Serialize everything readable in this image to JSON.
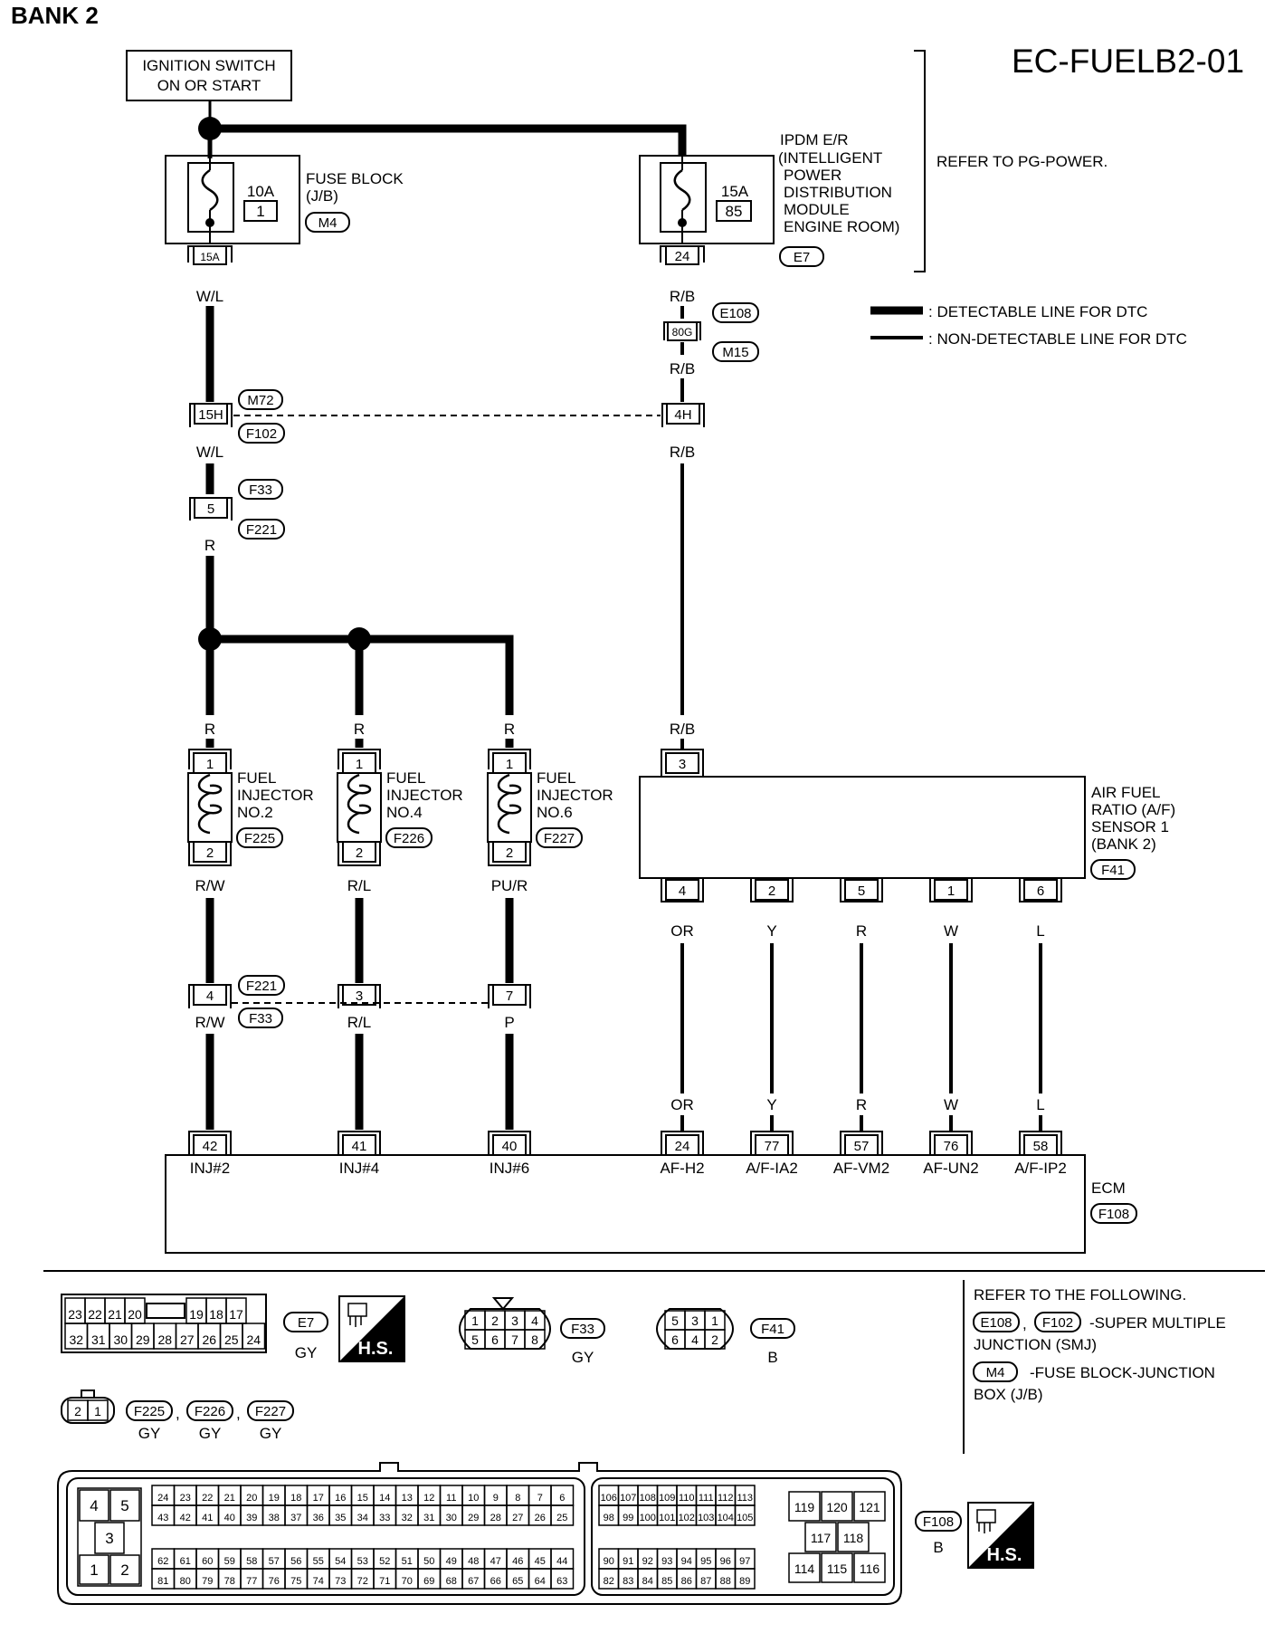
{
  "header": {
    "bank": "BANK 2",
    "code": "EC-FUELB2-01"
  },
  "refer_pg": "REFER TO PG-POWER.",
  "legend": {
    "detectable": ": DETECTABLE LINE FOR DTC",
    "non_detectable": ": NON-DETECTABLE LINE FOR DTC"
  },
  "ignition": {
    "line1": "IGNITION SWITCH",
    "line2": "ON OR START"
  },
  "fuse_block": {
    "rating": "10A",
    "num": "1",
    "name_lines": [
      "FUSE BLOCK",
      "(J/B)"
    ],
    "connector": "M4",
    "out_pin": "15A",
    "wire": "W/L"
  },
  "ipdm": {
    "rating": "15A",
    "num": "85",
    "name_lines": [
      "IPDM E/R",
      "(INTELLIGENT",
      "POWER",
      "DISTRIBUTION",
      "MODULE",
      "ENGINE ROOM)"
    ],
    "connector": "E7",
    "out_pin": "24",
    "wire": "R/B"
  },
  "connectors": {
    "e108": "E108",
    "m15": "M15",
    "pin_80g": "80G",
    "wire_rb_1": "R/B",
    "m72": "M72",
    "f102": "F102",
    "pin_15h": "15H",
    "pin_4h": "4H",
    "wire_wl_2": "W/L",
    "wire_rb_2": "R/B",
    "f33_top": "F33",
    "f221_top": "F221",
    "pin_5": "5",
    "wire_r": "R",
    "f221_mid": "F221",
    "f33_mid": "F33",
    "wire_rb_3": "R/B"
  },
  "injectors": [
    {
      "name_lines": [
        "FUEL",
        "INJECTOR",
        "NO.2"
      ],
      "connector": "F225",
      "wire_in": "R",
      "pin_in": "1",
      "pin_out": "2",
      "wire_out": "R/W",
      "joint_pin": "4",
      "wire_ecm": "R/W",
      "ecm_pin": "42",
      "ecm_label": "INJ#2"
    },
    {
      "name_lines": [
        "FUEL",
        "INJECTOR",
        "NO.4"
      ],
      "connector": "F226",
      "wire_in": "R",
      "pin_in": "1",
      "pin_out": "2",
      "wire_out": "R/L",
      "joint_pin": "3",
      "wire_ecm": "R/L",
      "ecm_pin": "41",
      "ecm_label": "INJ#4"
    },
    {
      "name_lines": [
        "FUEL",
        "INJECTOR",
        "NO.6"
      ],
      "connector": "F227",
      "wire_in": "R",
      "pin_in": "1",
      "pin_out": "2",
      "wire_out": "PU/R",
      "joint_pin": "7",
      "wire_ecm": "P",
      "ecm_pin": "40",
      "ecm_label": "INJ#6"
    }
  ],
  "af_sensor": {
    "name_lines": [
      "AIR FUEL",
      "RATIO (A/F)",
      "SENSOR 1",
      "(BANK 2)"
    ],
    "connector": "F41",
    "in_pin": "3",
    "pins": [
      {
        "pin": "4",
        "wire": "OR",
        "ecm_pin": "24",
        "ecm_label": "AF-H2"
      },
      {
        "pin": "2",
        "wire": "Y",
        "ecm_pin": "77",
        "ecm_label": "A/F-IA2"
      },
      {
        "pin": "5",
        "wire": "R",
        "ecm_pin": "57",
        "ecm_label": "AF-VM2"
      },
      {
        "pin": "1",
        "wire": "W",
        "ecm_pin": "76",
        "ecm_label": "AF-UN2"
      },
      {
        "pin": "6",
        "wire": "L",
        "ecm_pin": "58",
        "ecm_label": "A/F-IP2"
      }
    ]
  },
  "ecm": {
    "name": "ECM",
    "connector": "F108"
  },
  "refer_following": {
    "title": "REFER TO THE FOLLOWING.",
    "c1": "E108",
    "comma": ",",
    "c2": "F102",
    "smj1": "-SUPER MULTIPLE",
    "smj2": "JUNCTION (SMJ)",
    "c3": "M4",
    "jb1": "-FUSE BLOCK-JUNCTION",
    "jb2": "BOX (J/B)"
  },
  "bottom": {
    "e7_top": [
      "23",
      "22",
      "21",
      "20",
      "",
      "19",
      "18",
      "17"
    ],
    "e7_bot": [
      "32",
      "31",
      "30",
      "29",
      "28",
      "27",
      "26",
      "25",
      "24"
    ],
    "e7": "E7",
    "e7_color": "GY",
    "hs": "H.S.",
    "f33_top": [
      "1",
      "2",
      "3",
      "4"
    ],
    "f33_bot": [
      "5",
      "6",
      "7",
      "8"
    ],
    "f33": "F33",
    "f33_color": "GY",
    "f41_top": [
      "5",
      "3",
      "1"
    ],
    "f41_bot": [
      "6",
      "4",
      "2"
    ],
    "f41": "F41",
    "f41_color": "B",
    "inj_pins": [
      "2",
      "1"
    ],
    "f225": "F225",
    "f226": "F226",
    "f227": "F227",
    "inj_color": "GY",
    "comma": ",",
    "f108": "F108",
    "f108_color": "B",
    "ecm_left": [
      "4",
      "5",
      "3",
      "1",
      "2"
    ],
    "ecm_r1": [
      "24",
      "23",
      "22",
      "21",
      "20",
      "19",
      "18",
      "17",
      "16",
      "15",
      "14",
      "13",
      "12",
      "11",
      "10",
      "9",
      "8",
      "7",
      "6"
    ],
    "ecm_r2": [
      "43",
      "42",
      "41",
      "40",
      "39",
      "38",
      "37",
      "36",
      "35",
      "34",
      "33",
      "32",
      "31",
      "30",
      "29",
      "28",
      "27",
      "26",
      "25"
    ],
    "ecm_r3": [
      "62",
      "61",
      "60",
      "59",
      "58",
      "57",
      "56",
      "55",
      "54",
      "53",
      "52",
      "51",
      "50",
      "49",
      "48",
      "47",
      "46",
      "45",
      "44"
    ],
    "ecm_r4": [
      "81",
      "80",
      "79",
      "78",
      "77",
      "76",
      "75",
      "74",
      "73",
      "72",
      "71",
      "70",
      "69",
      "68",
      "67",
      "66",
      "65",
      "64",
      "63"
    ],
    "ecm_m1": [
      "106",
      "107",
      "108",
      "109",
      "110",
      "111",
      "112",
      "113"
    ],
    "ecm_m2": [
      "98",
      "99",
      "100",
      "101",
      "102",
      "103",
      "104",
      "105"
    ],
    "ecm_m3": [
      "90",
      "91",
      "92",
      "93",
      "94",
      "95",
      "96",
      "97"
    ],
    "ecm_m4": [
      "82",
      "83",
      "84",
      "85",
      "86",
      "87",
      "88",
      "89"
    ],
    "ecm_right": [
      "119",
      "120",
      "121",
      "117",
      "118",
      "114",
      "115",
      "116"
    ]
  }
}
